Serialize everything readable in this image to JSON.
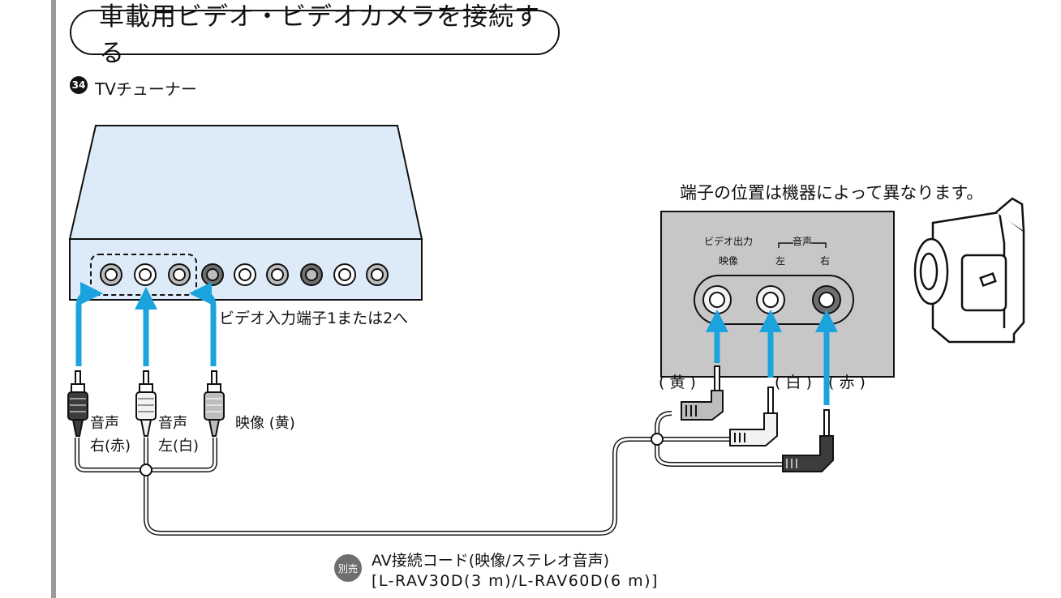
{
  "title": "車載用ビデオ・ビデオカメラを接続する",
  "step": {
    "number": "34",
    "label": "TVチューナー"
  },
  "tuner": {
    "port_label": "ビデオ入力端子1または2へ",
    "plug_labels": {
      "right_line1": "音声",
      "right_line2": "右(赤)",
      "left_line1": "音声",
      "left_line2": "左(白)",
      "video": "映像 (黄)"
    }
  },
  "camera": {
    "note": "端子の位置は機器によって異なります。",
    "panel_labels": {
      "video_out": "ビデオ出力",
      "video": "映像",
      "audio": "音声",
      "left": "左",
      "right": "右"
    },
    "plug_labels": {
      "yellow": "( 黄 )",
      "white": "( 白 )",
      "red": "( 赤 )"
    }
  },
  "cord": {
    "badge": "別売",
    "name": "AV接続コード(映像/ステレオ音声)",
    "model": "[L-RAV30D(3 m)/L-RAV60D(6 m)]"
  },
  "colors": {
    "arrow": "#1aa3dc",
    "device": "#dcebf7",
    "panel": "#c7c7c7",
    "sidebar": "#9a9a9a"
  }
}
